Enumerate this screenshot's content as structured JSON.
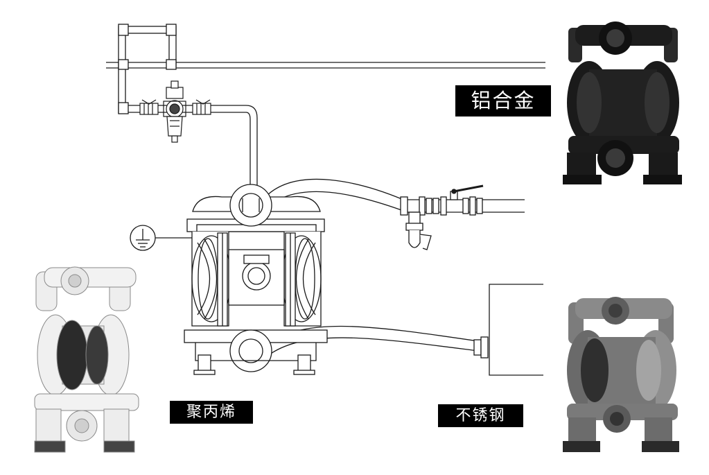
{
  "materials": {
    "aluminum_label": "铝合金",
    "polypropylene_label": "聚丙烯",
    "stainless_label": "不锈钢"
  },
  "icons": [
    "ground-symbol-icon",
    "air-filter-regulator-icon",
    "ball-valve-icon",
    "pump-icon"
  ],
  "colors": {
    "line": "#1a1a1a",
    "label_bg": "#000000",
    "label_text": "#ffffff",
    "pump_aluminum": "#1c1c1c",
    "pump_polypropylene": "#eeeeee",
    "pump_stainless": "#6e6e6e"
  }
}
